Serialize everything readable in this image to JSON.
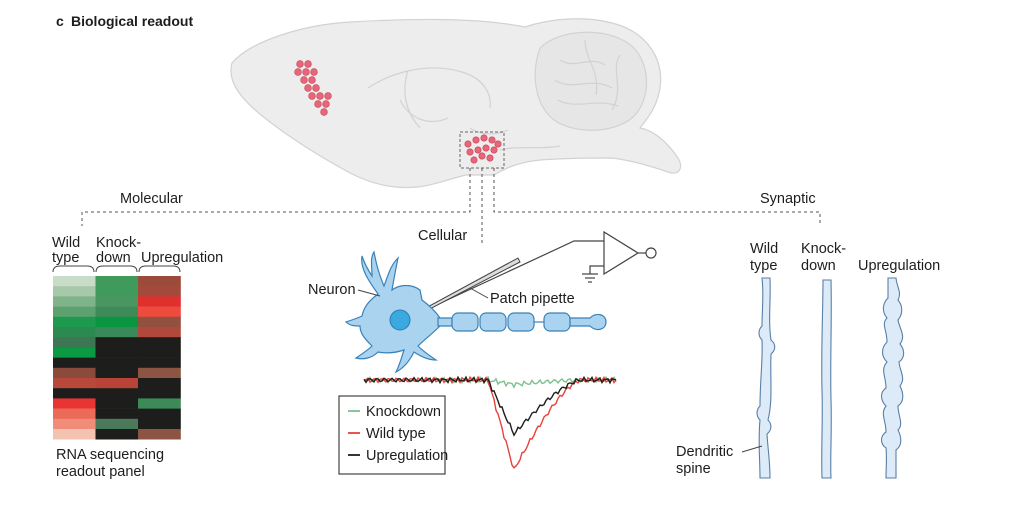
{
  "figure": {
    "panel_letter": "c",
    "panel_title": "Biological readout"
  },
  "branches": {
    "molecular": "Molecular",
    "cellular": "Cellular",
    "synaptic": "Synaptic"
  },
  "molecular": {
    "columns": [
      {
        "line1": "Wild",
        "line2": "type"
      },
      {
        "line1": "Knock-",
        "line2": "down"
      },
      {
        "line1": "Upregulation",
        "line2": ""
      }
    ],
    "caption_line1": "RNA sequencing",
    "caption_line2": "readout panel",
    "heatmap": [
      [
        "#c9dcc8",
        "#3f9a5c",
        "#9c4a3a"
      ],
      [
        "#a8c8aa",
        "#3f9a5c",
        "#a34a3d"
      ],
      [
        "#7fb48a",
        "#4a9660",
        "#e0302e"
      ],
      [
        "#5ea170",
        "#3d8b58",
        "#ee4a3e"
      ],
      [
        "#1d9a4e",
        "#0a9640",
        "#92503e"
      ],
      [
        "#2a8a50",
        "#3a8958",
        "#b0483c"
      ],
      [
        "#3c7652",
        "#1d1d1b",
        "#1d1d1b"
      ],
      [
        "#0b9a44",
        "#1d1d1b",
        "#1d1d1b"
      ],
      [
        "#1d1d1b",
        "#1d1d1b",
        "#1d1d1b"
      ],
      [
        "#8a4a3c",
        "#1d1d1b",
        "#8c5442"
      ],
      [
        "#b8483a",
        "#b84438",
        "#1d1d1b"
      ],
      [
        "#1d1d1b",
        "#1d1d1b",
        "#1d1d1b"
      ],
      [
        "#e83434",
        "#1d1d1b",
        "#3b8a58"
      ],
      [
        "#ec6a58",
        "#1d1d1b",
        "#1d1d1b"
      ],
      [
        "#f08c78",
        "#4a7a5a",
        "#1d1d1b"
      ],
      [
        "#f4c2b0",
        "#1d1d1b",
        "#8c5442"
      ]
    ]
  },
  "cellular": {
    "neuron_label": "Neuron",
    "pipette_label": "Patch pipette",
    "legend": [
      {
        "label": "Knockdown",
        "color": "#7cc08e"
      },
      {
        "label": "Wild type",
        "color": "#e8413c"
      },
      {
        "label": "Upregulation",
        "color": "#1d1d1b"
      }
    ],
    "trace_depth": {
      "knockdown": 0.05,
      "wild_type": 1.0,
      "upregulation": 0.6
    }
  },
  "synaptic": {
    "columns": [
      {
        "line1": "Wild",
        "line2": "type"
      },
      {
        "line1": "Knock-",
        "line2": "down"
      },
      {
        "line1": "Upregulation",
        "line2": ""
      }
    ],
    "spine_label_line1": "Dendritic",
    "spine_label_line2": "spine"
  },
  "colors": {
    "brain_fill": "#ededed",
    "brain_stroke": "#d2d2d2",
    "cell_dot": "#e8667a",
    "neuron_fill": "#a9d3ef",
    "neuron_stroke": "#3a82b8",
    "dendrite_fill": "#dcebf7",
    "dendrite_stroke": "#5a7fa6",
    "connector": "#555555"
  }
}
